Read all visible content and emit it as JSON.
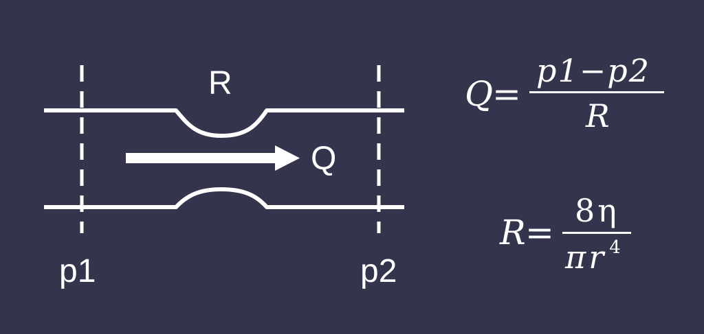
{
  "colors": {
    "background": "#34344c",
    "foreground": "#ffffff"
  },
  "labels": {
    "resistance": "R",
    "flow": "Q",
    "pressure_in": "p1",
    "pressure_out": "p2"
  },
  "equations": {
    "flow": {
      "lhs": "Q",
      "equals": "=",
      "numerator": "p1−p2",
      "denominator": "R"
    },
    "resistance": {
      "lhs": "R",
      "equals": "=",
      "numerator": "8η",
      "denominator_base": "πr",
      "denominator_exponent": "4"
    }
  }
}
